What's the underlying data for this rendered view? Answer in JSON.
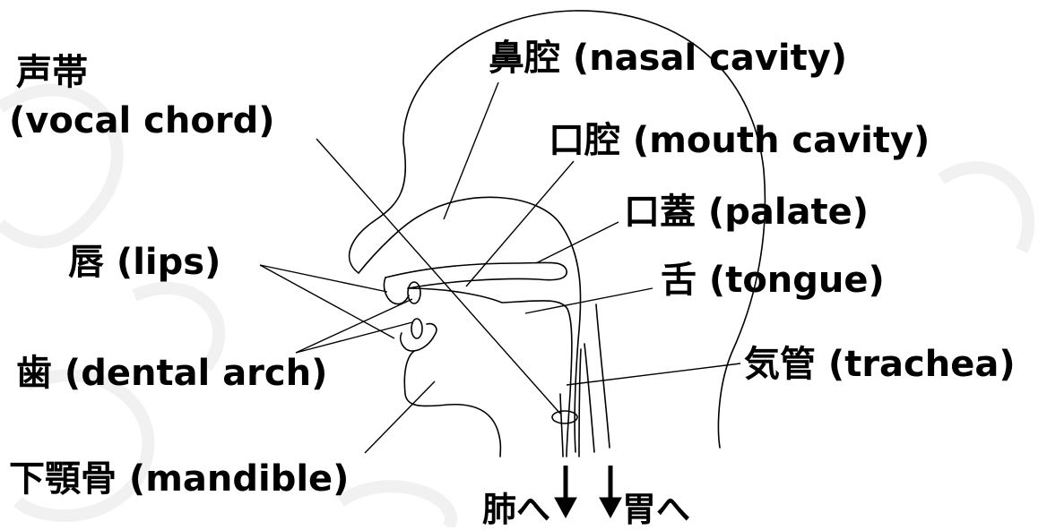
{
  "labels": {
    "vocal_chord_jp": "声帯",
    "vocal_chord_en": "(vocal chord)",
    "nasal_cavity": "鼻腔 (nasal cavity)",
    "mouth_cavity": "口腔 (mouth cavity)",
    "palate": "口蓋 (palate)",
    "lips": "唇 (lips)",
    "tongue": "舌 (tongue)",
    "trachea": "気管 (trachea)",
    "dental_arch": "歯 (dental arch)",
    "mandible": "下顎骨 (mandible)",
    "to_lungs": "肺へ",
    "to_stomach": "胃へ"
  },
  "colors": {
    "line": "#000000",
    "background": "#ffffff",
    "watermark": "#f2f2f2"
  }
}
